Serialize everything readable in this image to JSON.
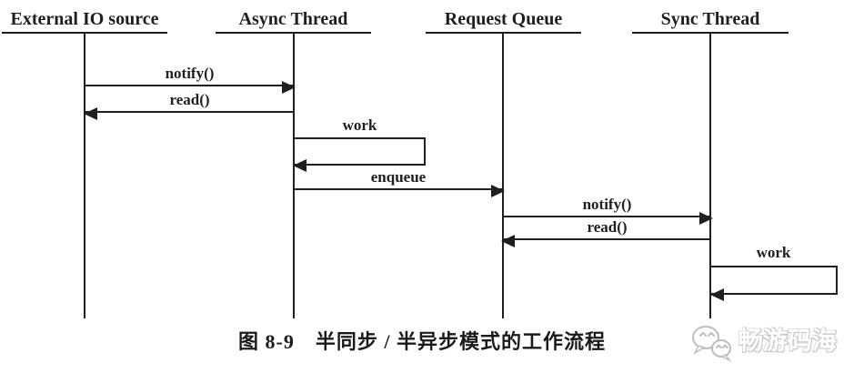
{
  "diagram": {
    "participants": [
      {
        "label": "External IO source"
      },
      {
        "label": "Async Thread"
      },
      {
        "label": "Request Queue"
      },
      {
        "label": "Sync Thread"
      }
    ],
    "messages": [
      {
        "label": "notify()",
        "from": "External IO source",
        "to": "Async Thread",
        "type": "arrow-right"
      },
      {
        "label": "read()",
        "from": "Async Thread",
        "to": "External IO source",
        "type": "arrow-left"
      },
      {
        "label": "work",
        "from": "Async Thread",
        "to": "Async Thread",
        "type": "self"
      },
      {
        "label": "enqueue",
        "from": "Async Thread",
        "to": "Request Queue",
        "type": "arrow-right"
      },
      {
        "label": "notify()",
        "from": "Request Queue",
        "to": "Sync Thread",
        "type": "arrow-right"
      },
      {
        "label": "read()",
        "from": "Sync Thread",
        "to": "Request Queue",
        "type": "arrow-left"
      },
      {
        "label": "work",
        "from": "Sync Thread",
        "to": "Sync Thread",
        "type": "self"
      }
    ],
    "caption": "图 8-9　半同步 / 半异步模式的工作流程"
  },
  "watermark": {
    "text": "畅游码海",
    "logo": "chat-bubbles-icon"
  },
  "colors": {
    "line": "#1f1f1f",
    "background": "#ffffff",
    "watermark": "#c3c3c3"
  }
}
